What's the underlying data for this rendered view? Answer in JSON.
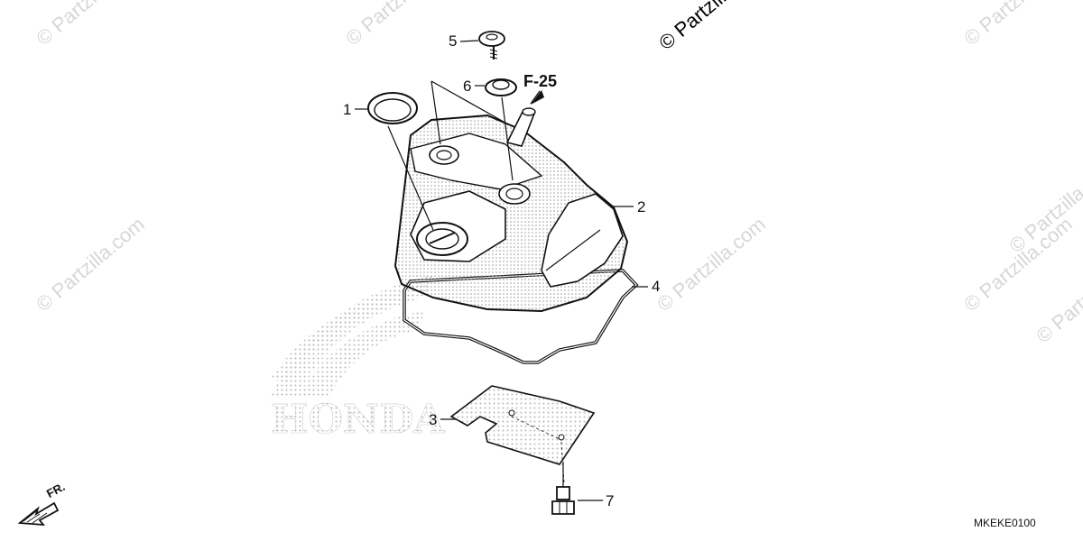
{
  "diagram": {
    "code": "MKEKE0100",
    "reference": "F-25",
    "direction_label": "FR.",
    "brand_watermark": "HONDA",
    "callouts": [
      {
        "number": "1",
        "part": "seal-ring"
      },
      {
        "number": "2",
        "part": "cylinder-head-cover"
      },
      {
        "number": "3",
        "part": "cover-plate"
      },
      {
        "number": "4",
        "part": "gasket"
      },
      {
        "number": "5",
        "part": "bolt"
      },
      {
        "number": "6",
        "part": "grommet"
      },
      {
        "number": "7",
        "part": "flange-bolt"
      }
    ]
  },
  "watermarks": [
    "© Partzilla.com",
    "© Partzilla.com",
    "© Partzilla.com",
    "© Partzilla.com",
    "© Partzilla.com",
    "© Partzilla.com",
    "© Partzilla.com",
    "© Partzilla.com",
    "© Partzilla.com"
  ]
}
